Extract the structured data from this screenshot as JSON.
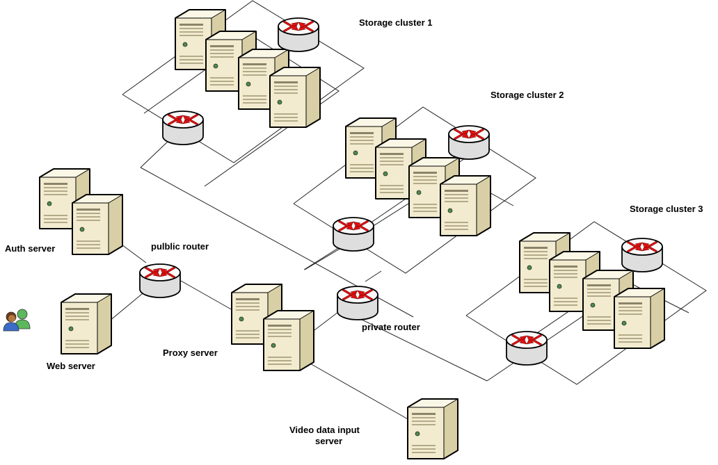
{
  "diagram": {
    "labels": {
      "storage_cluster_1": "Storage cluster 1",
      "storage_cluster_2": "Storage cluster 2",
      "storage_cluster_3": "Storage cluster 3",
      "auth_server": "Auth server",
      "public_router": "pulblic router",
      "web_server": "Web server",
      "proxy_server": "Proxy server",
      "private_router": "private router",
      "video_server_line1": "Video data input",
      "video_server_line2": "server"
    },
    "colors": {
      "server_front": "#f2ebcf",
      "server_side": "#d9cfa6",
      "server_top": "#fbf7e6",
      "router_body": "#dedede",
      "router_top": "#fafafa",
      "router_arrow": "#e01010",
      "users_blue": "#3a6cc8",
      "users_green": "#5cb85c",
      "line": "#222222"
    }
  }
}
